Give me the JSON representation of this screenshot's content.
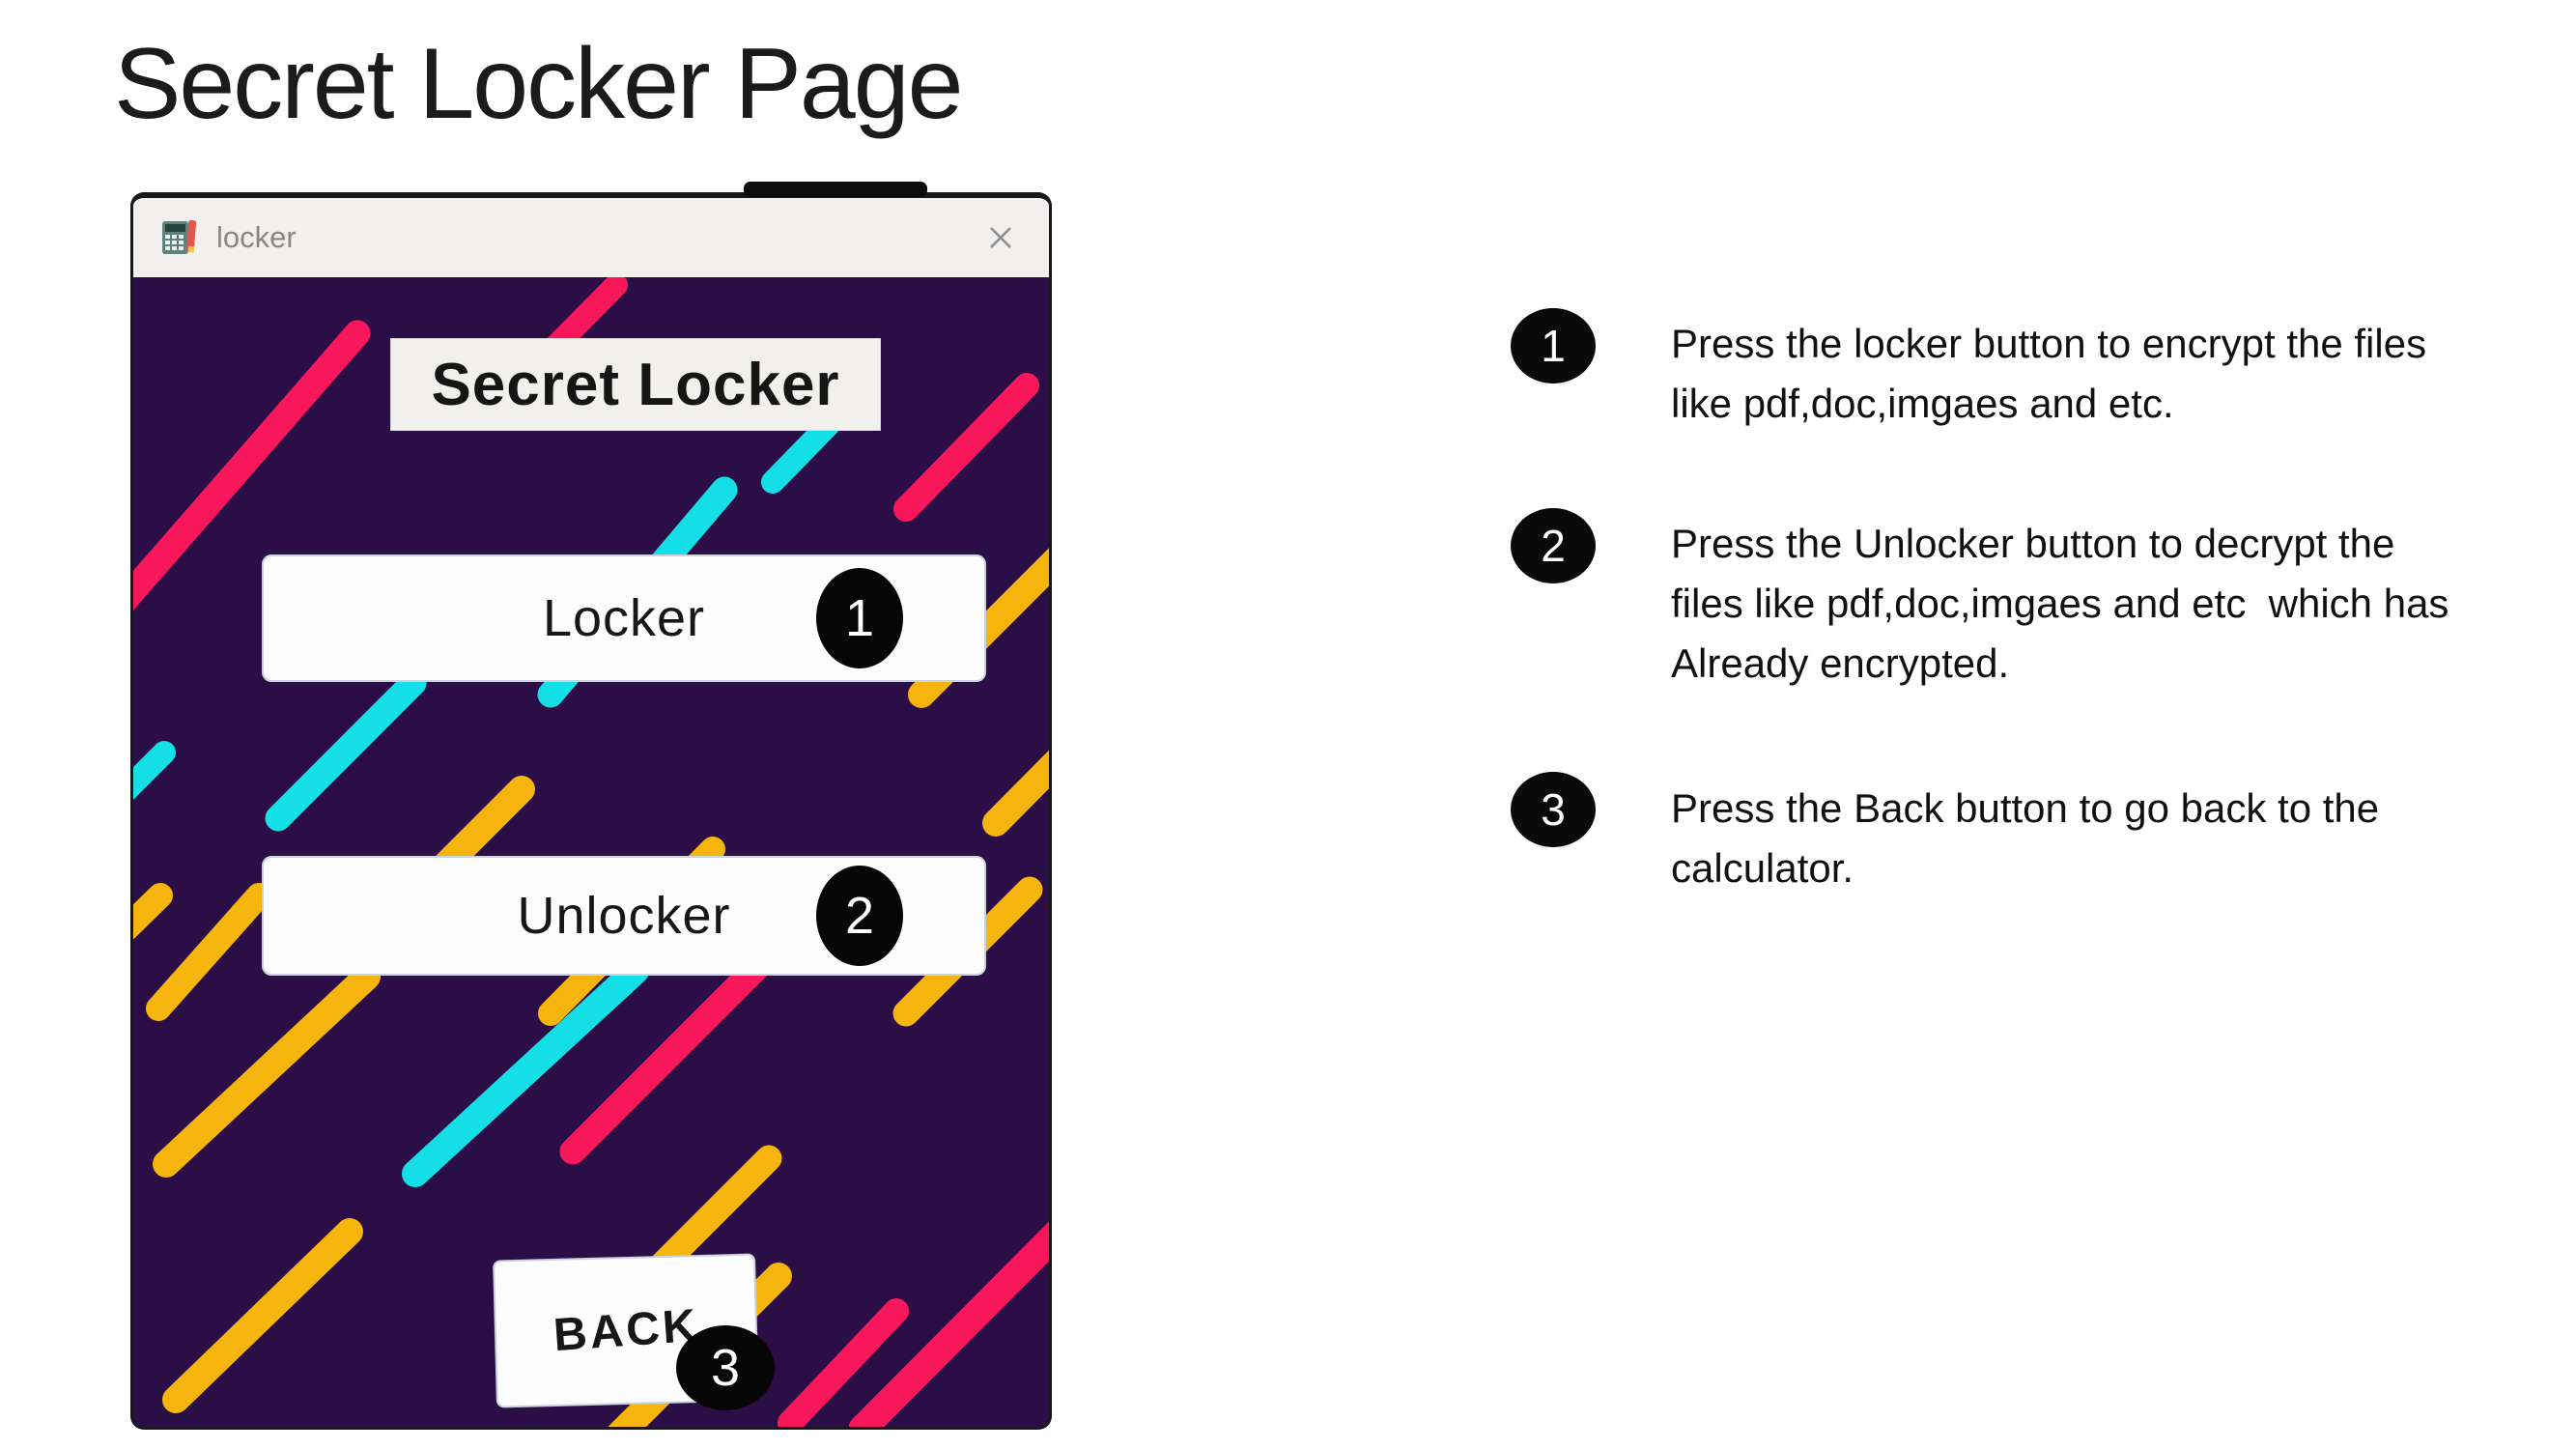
{
  "slide": {
    "title": "Secret Locker Page"
  },
  "window": {
    "titlebar": {
      "title": "locker"
    },
    "header_label": "Secret Locker",
    "buttons": {
      "locker": {
        "label": "Locker",
        "badge": "1"
      },
      "unlocker": {
        "label": "Unlocker",
        "badge": "2"
      },
      "back": {
        "label": "BACK",
        "badge": "3"
      }
    },
    "colors": {
      "background": "#2B0E46",
      "pink": "#F9175C",
      "yellow": "#F5B50D",
      "cyan": "#14DFE6",
      "titlebar_bg": "#F2F0EE",
      "button_bg": "#FDFDFE",
      "badge_bg": "#060606"
    },
    "stripes": [
      [
        -18,
        345,
        232,
        58,
        "pink",
        27
      ],
      [
        415,
        94,
        500,
        8,
        "pink",
        24
      ],
      [
        800,
        240,
        925,
        112,
        "pink",
        26
      ],
      [
        432,
        432,
        612,
        220,
        "cyan",
        27
      ],
      [
        662,
        212,
        742,
        130,
        "cyan",
        24
      ],
      [
        816,
        432,
        966,
        282,
        "yellow",
        28
      ],
      [
        893,
        565,
        1005,
        452,
        "yellow",
        28
      ],
      [
        240,
        692,
        402,
        530,
        "yellow",
        28
      ],
      [
        432,
        762,
        600,
        592,
        "yellow",
        26
      ],
      [
        455,
        905,
        648,
        712,
        "pink",
        27
      ],
      [
        292,
        928,
        520,
        718,
        "cyan",
        28
      ],
      [
        800,
        762,
        928,
        634,
        "yellow",
        27
      ],
      [
        26,
        757,
        130,
        640,
        "yellow",
        26
      ],
      [
        34,
        918,
        242,
        724,
        "yellow",
        28
      ],
      [
        44,
        1162,
        224,
        988,
        "yellow",
        28
      ],
      [
        680,
        1186,
        790,
        1070,
        "pink",
        26
      ],
      [
        755,
        1192,
        958,
        988,
        "pink",
        29
      ],
      [
        455,
        1246,
        668,
        1034,
        "yellow",
        28
      ],
      [
        540,
        1030,
        658,
        912,
        "yellow",
        27
      ],
      [
        -14,
        538,
        32,
        492,
        "cyan",
        24
      ],
      [
        150,
        560,
        290,
        420,
        "cyan",
        27
      ],
      [
        -18,
        685,
        28,
        640,
        "yellow",
        26
      ]
    ]
  },
  "annotations": [
    {
      "number": "1",
      "text": "Press the locker button to encrypt the files\nlike pdf,doc,imgaes and etc."
    },
    {
      "number": "2",
      "text": "Press the Unlocker button to decrypt the\nfiles like pdf,doc,imgaes and etc  which has\nAlready encrypted."
    },
    {
      "number": "3",
      "text": "Press the Back button to go back to the\ncalculator."
    }
  ]
}
